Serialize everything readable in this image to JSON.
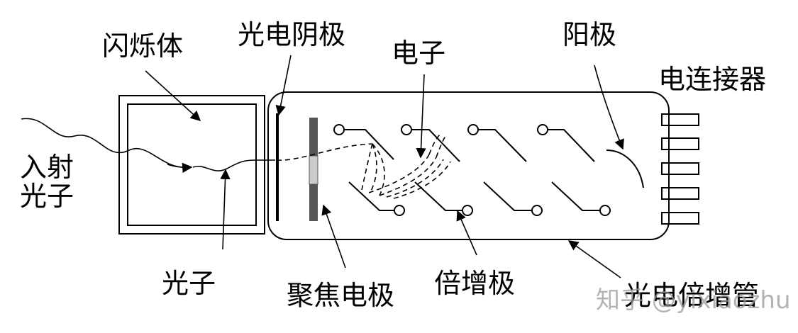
{
  "labels": {
    "scintillator": "闪烁体",
    "photocathode": "光电阴极",
    "electron": "电子",
    "anode": "阳极",
    "connector": "电连接器",
    "incident_photon_line1": "入射",
    "incident_photon_line2": "光子",
    "photon": "光子",
    "focusing_electrode": "聚焦电极",
    "dynode": "倍增极",
    "pmt": "光电倍增管"
  },
  "watermark": "知乎 @yixiaozhu",
  "colors": {
    "stroke": "#000000",
    "electrode_dark": "#555555",
    "electrode_gap": "#cccccc",
    "watermark": "#9a9a9a"
  }
}
